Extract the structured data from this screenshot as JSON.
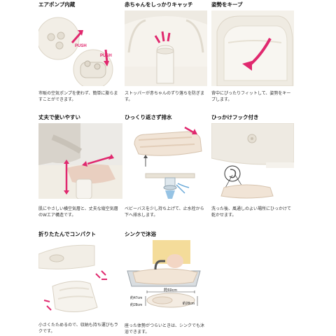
{
  "features": [
    {
      "title": "エアポンプ内蔵",
      "desc": "市販の空気ポンプを使わず、簡単に膨らますことができます。",
      "push_labels": [
        "PUSH",
        "PUSH"
      ]
    },
    {
      "title": "赤ちゃんをしっかりキャッチ",
      "desc": "ストッパーが赤ちゃんのずり落ちを防ぎます。"
    },
    {
      "title": "姿勢をキープ",
      "desc": "背中にぴったりフィットして、姿勢をキープします。"
    },
    {
      "title": "丈夫で使いやすい",
      "desc": "肌にやさしい横空気層と、丈夫な縦空気層のWエア構造です。"
    },
    {
      "title": "ひっくり返さず排水",
      "desc": "ベビーバスを少し持ち上げて、止水栓から下へ排水します。"
    },
    {
      "title": "ひっかけフック付き",
      "desc": "洗った後、風通しのよい場所にひっかけて乾かせます。"
    },
    {
      "title": "折りたたんでコンパクト",
      "desc": "小さくたためるので、収納も持ち運びもラクです。"
    },
    {
      "title": "シンクで沐浴",
      "desc": "座った体勢がつらいときは、シンクでも沐浴できます。",
      "dims": [
        "約69cm",
        "約47cm",
        "約28cm",
        "約28cm"
      ]
    }
  ],
  "colors": {
    "accent": "#e0286e",
    "vinyl": "#f1ede4",
    "shadow": "#d9d3c6"
  }
}
